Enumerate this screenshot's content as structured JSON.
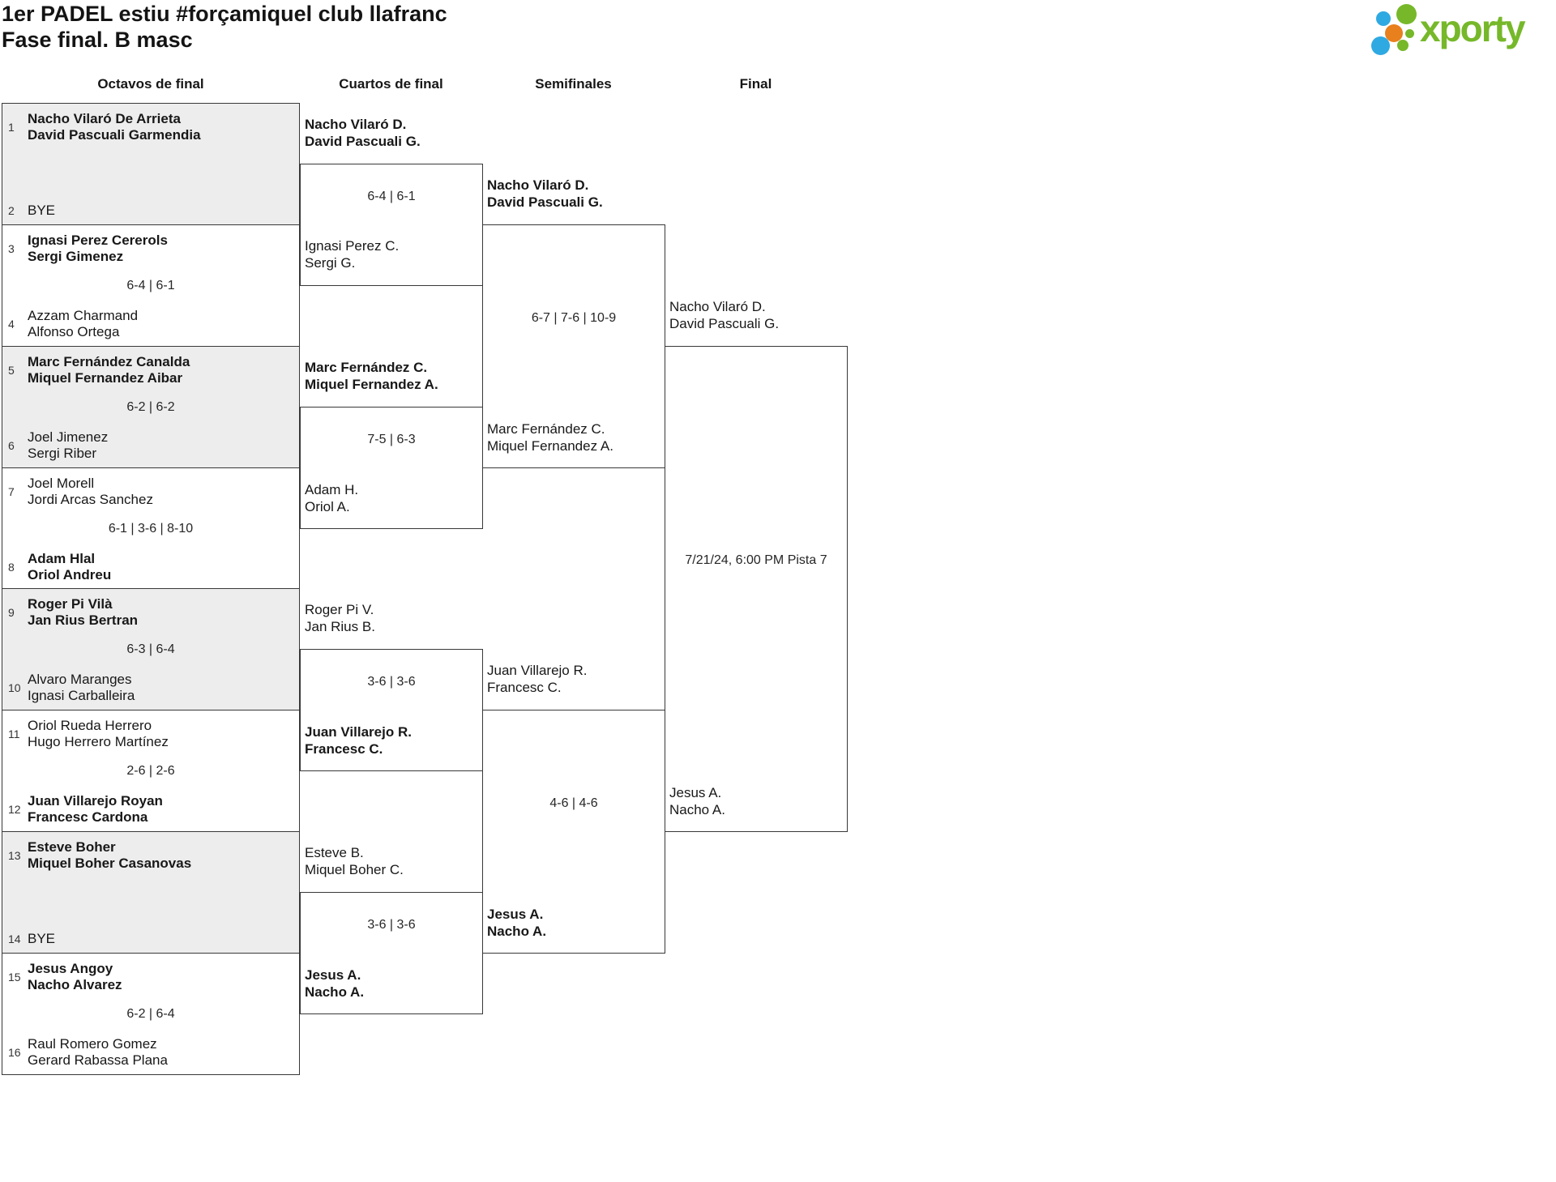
{
  "page": {
    "title": "1er PADEL estiu #forçamiquel club llafranc",
    "subtitle": "Fase final. B masc",
    "logo": {
      "wordmark": "xporty",
      "brand_green": "#76b82a",
      "brand_blue": "#2fa9e1",
      "brand_orange": "#e8801d"
    }
  },
  "rounds": {
    "r16": "Octavos de final",
    "qf": "Cuartos de final",
    "sf": "Semifinales",
    "f": "Final"
  },
  "octavos": [
    {
      "score": "",
      "top": {
        "seed": "1",
        "p1": "Nacho Vilaró De Arrieta",
        "p2": "David Pascuali Garmendia",
        "winner": true
      },
      "bottom": {
        "seed": "2",
        "p1": "BYE",
        "winner": false
      }
    },
    {
      "score": "6-4 | 6-1",
      "top": {
        "seed": "3",
        "p1": "Ignasi Perez Cererols",
        "p2": "Sergi Gimenez",
        "winner": true
      },
      "bottom": {
        "seed": "4",
        "p1": "Azzam Charmand",
        "p2": "Alfonso Ortega",
        "winner": false
      }
    },
    {
      "score": "6-2 | 6-2",
      "top": {
        "seed": "5",
        "p1": "Marc Fernández Canalda",
        "p2": "Miquel Fernandez Aibar",
        "winner": true
      },
      "bottom": {
        "seed": "6",
        "p1": "Joel Jimenez",
        "p2": "Sergi Riber",
        "winner": false
      }
    },
    {
      "score": "6-1 | 3-6 | 8-10",
      "top": {
        "seed": "7",
        "p1": "Joel Morell",
        "p2": "Jordi Arcas Sanchez",
        "winner": false
      },
      "bottom": {
        "seed": "8",
        "p1": "Adam Hlal",
        "p2": "Oriol Andreu",
        "winner": true
      }
    },
    {
      "score": "6-3 | 6-4",
      "top": {
        "seed": "9",
        "p1": "Roger Pi Vilà",
        "p2": "Jan Rius Bertran",
        "winner": true
      },
      "bottom": {
        "seed": "10",
        "p1": "Alvaro Maranges",
        "p2": "Ignasi Carballeira",
        "winner": false
      }
    },
    {
      "score": "2-6 | 2-6",
      "top": {
        "seed": "11",
        "p1": "Oriol Rueda Herrero",
        "p2": "Hugo Herrero Martínez",
        "winner": false
      },
      "bottom": {
        "seed": "12",
        "p1": "Juan Villarejo Royan",
        "p2": "Francesc Cardona",
        "winner": true
      }
    },
    {
      "score": "",
      "top": {
        "seed": "13",
        "p1": "Esteve Boher",
        "p2": "Miquel Boher Casanovas",
        "winner": true
      },
      "bottom": {
        "seed": "14",
        "p1": "BYE",
        "winner": false
      }
    },
    {
      "score": "6-2 | 6-4",
      "top": {
        "seed": "15",
        "p1": "Jesus Angoy",
        "p2": "Nacho Alvarez",
        "winner": true
      },
      "bottom": {
        "seed": "16",
        "p1": "Raul Romero Gomez",
        "p2": "Gerard Rabassa Plana",
        "winner": false
      }
    }
  ],
  "cuartos": [
    {
      "score": "6-4 | 6-1",
      "top": {
        "p1": "Nacho Vilaró D.",
        "p2": "David Pascuali G.",
        "winner": true
      },
      "bottom": {
        "p1": "Ignasi Perez C.",
        "p2": "Sergi G.",
        "winner": false
      }
    },
    {
      "score": "7-5 | 6-3",
      "top": {
        "p1": "Marc Fernández C.",
        "p2": "Miquel Fernandez A.",
        "winner": true
      },
      "bottom": {
        "p1": "Adam H.",
        "p2": "Oriol A.",
        "winner": false
      }
    },
    {
      "score": "3-6 | 3-6",
      "top": {
        "p1": "Roger Pi V.",
        "p2": "Jan Rius B.",
        "winner": false
      },
      "bottom": {
        "p1": "Juan Villarejo R.",
        "p2": "Francesc C.",
        "winner": true
      }
    },
    {
      "score": "3-6 | 3-6",
      "top": {
        "p1": "Esteve B.",
        "p2": "Miquel Boher C.",
        "winner": false
      },
      "bottom": {
        "p1": "Jesus A.",
        "p2": "Nacho A.",
        "winner": true
      }
    }
  ],
  "semifinales": [
    {
      "score": "6-7 | 7-6 | 10-9",
      "top": {
        "p1": "Nacho Vilaró D.",
        "p2": "David Pascuali G.",
        "winner": true
      },
      "bottom": {
        "p1": "Marc Fernández C.",
        "p2": "Miquel Fernandez A.",
        "winner": false
      }
    },
    {
      "score": "4-6 | 4-6",
      "top": {
        "p1": "Juan Villarejo R.",
        "p2": "Francesc C.",
        "winner": false
      },
      "bottom": {
        "p1": "Jesus A.",
        "p2": "Nacho A.",
        "winner": true
      }
    }
  ],
  "final": {
    "schedule": "7/21/24, 6:00 PM Pista 7",
    "top": {
      "p1": "Nacho Vilaró D.",
      "p2": "David Pascuali G.",
      "winner": false
    },
    "bottom": {
      "p1": "Jesus A.",
      "p2": "Nacho A.",
      "winner": false
    }
  }
}
